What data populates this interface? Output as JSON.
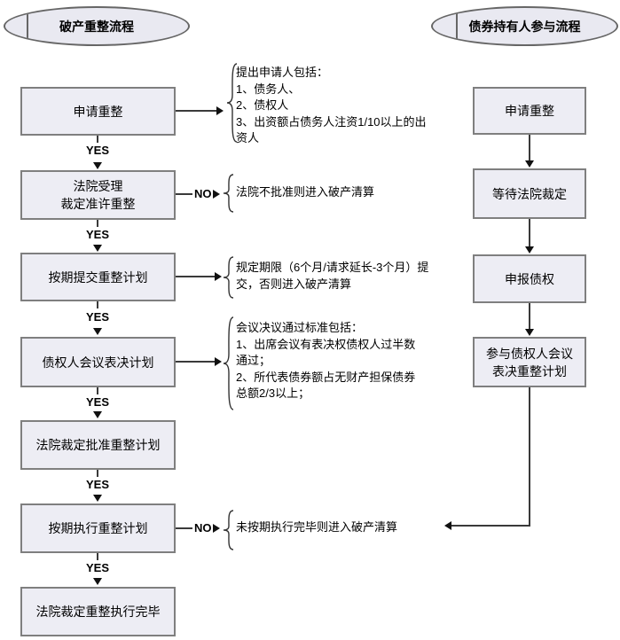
{
  "flows": {
    "left": {
      "title": "破产重整流程",
      "steps": [
        "申请重整",
        "法院受理\n裁定准许重整",
        "按期提交重整计划",
        "债权人会议表决计划",
        "法院裁定批准重整计划",
        "按期执行重整计划",
        "法院裁定重整执行完毕"
      ]
    },
    "right": {
      "title": "债券持有人参与流程",
      "steps": [
        "申请重整",
        "等待法院裁定",
        "申报债权",
        "参与债权人会议\n表决重整计划"
      ]
    }
  },
  "labels": {
    "yes": "YES",
    "no": "NO"
  },
  "annotations": {
    "applicants": "提出申请人包括：\n1、债务人、\n2、债权人\n3、出资额占债务人注资1/10以上的出\n资人",
    "court_rejects": "法院不批准则进入破产清算",
    "deadline": "规定期限（6个月/请求延长-3个月）提\n交，否则进入破产清算",
    "voting_standards": "会议决议通过标准包括：\n1、出席会议有表决权债权人过半数\n通过；\n2、所代表债券额占无财产担保债券\n总额2/3以上；",
    "not_executed": "未按期执行完毕则进入破产清算"
  },
  "colors": {
    "box_fill": "#EDEDF4",
    "ellipse_fill": "#E9E9F1",
    "border": "#7F7F7F",
    "line": "#3A3A3A"
  }
}
